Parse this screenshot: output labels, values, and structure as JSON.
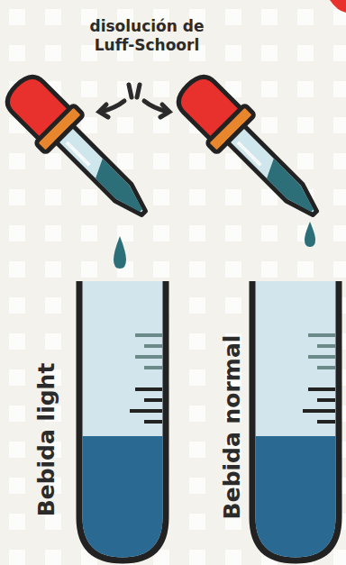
{
  "diagram": {
    "labels": [
      "disolución de Luff-Schoorl",
      "Bebida light",
      "Bebida normal"
    ]
  }
}
